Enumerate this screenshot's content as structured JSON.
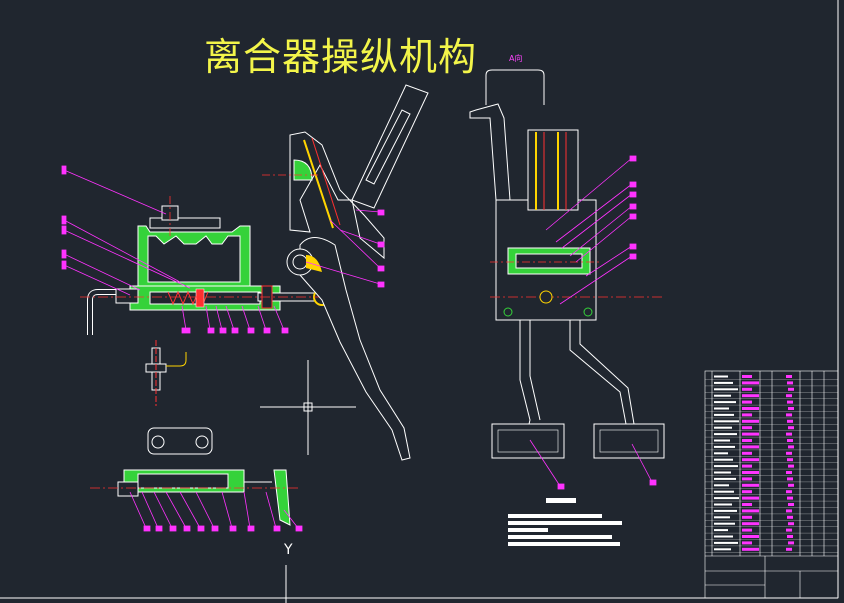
{
  "drawing": {
    "title": "离合器操纵机构",
    "view_label": "A向",
    "axis_label": "Y"
  },
  "colors": {
    "background": "#20262f",
    "title": "#f3f54a",
    "outline": "#ffffff",
    "hatch": "#35d23a",
    "leader": "#ff33ff",
    "centerline": "#ff3030",
    "highlight": "#ffd400"
  }
}
